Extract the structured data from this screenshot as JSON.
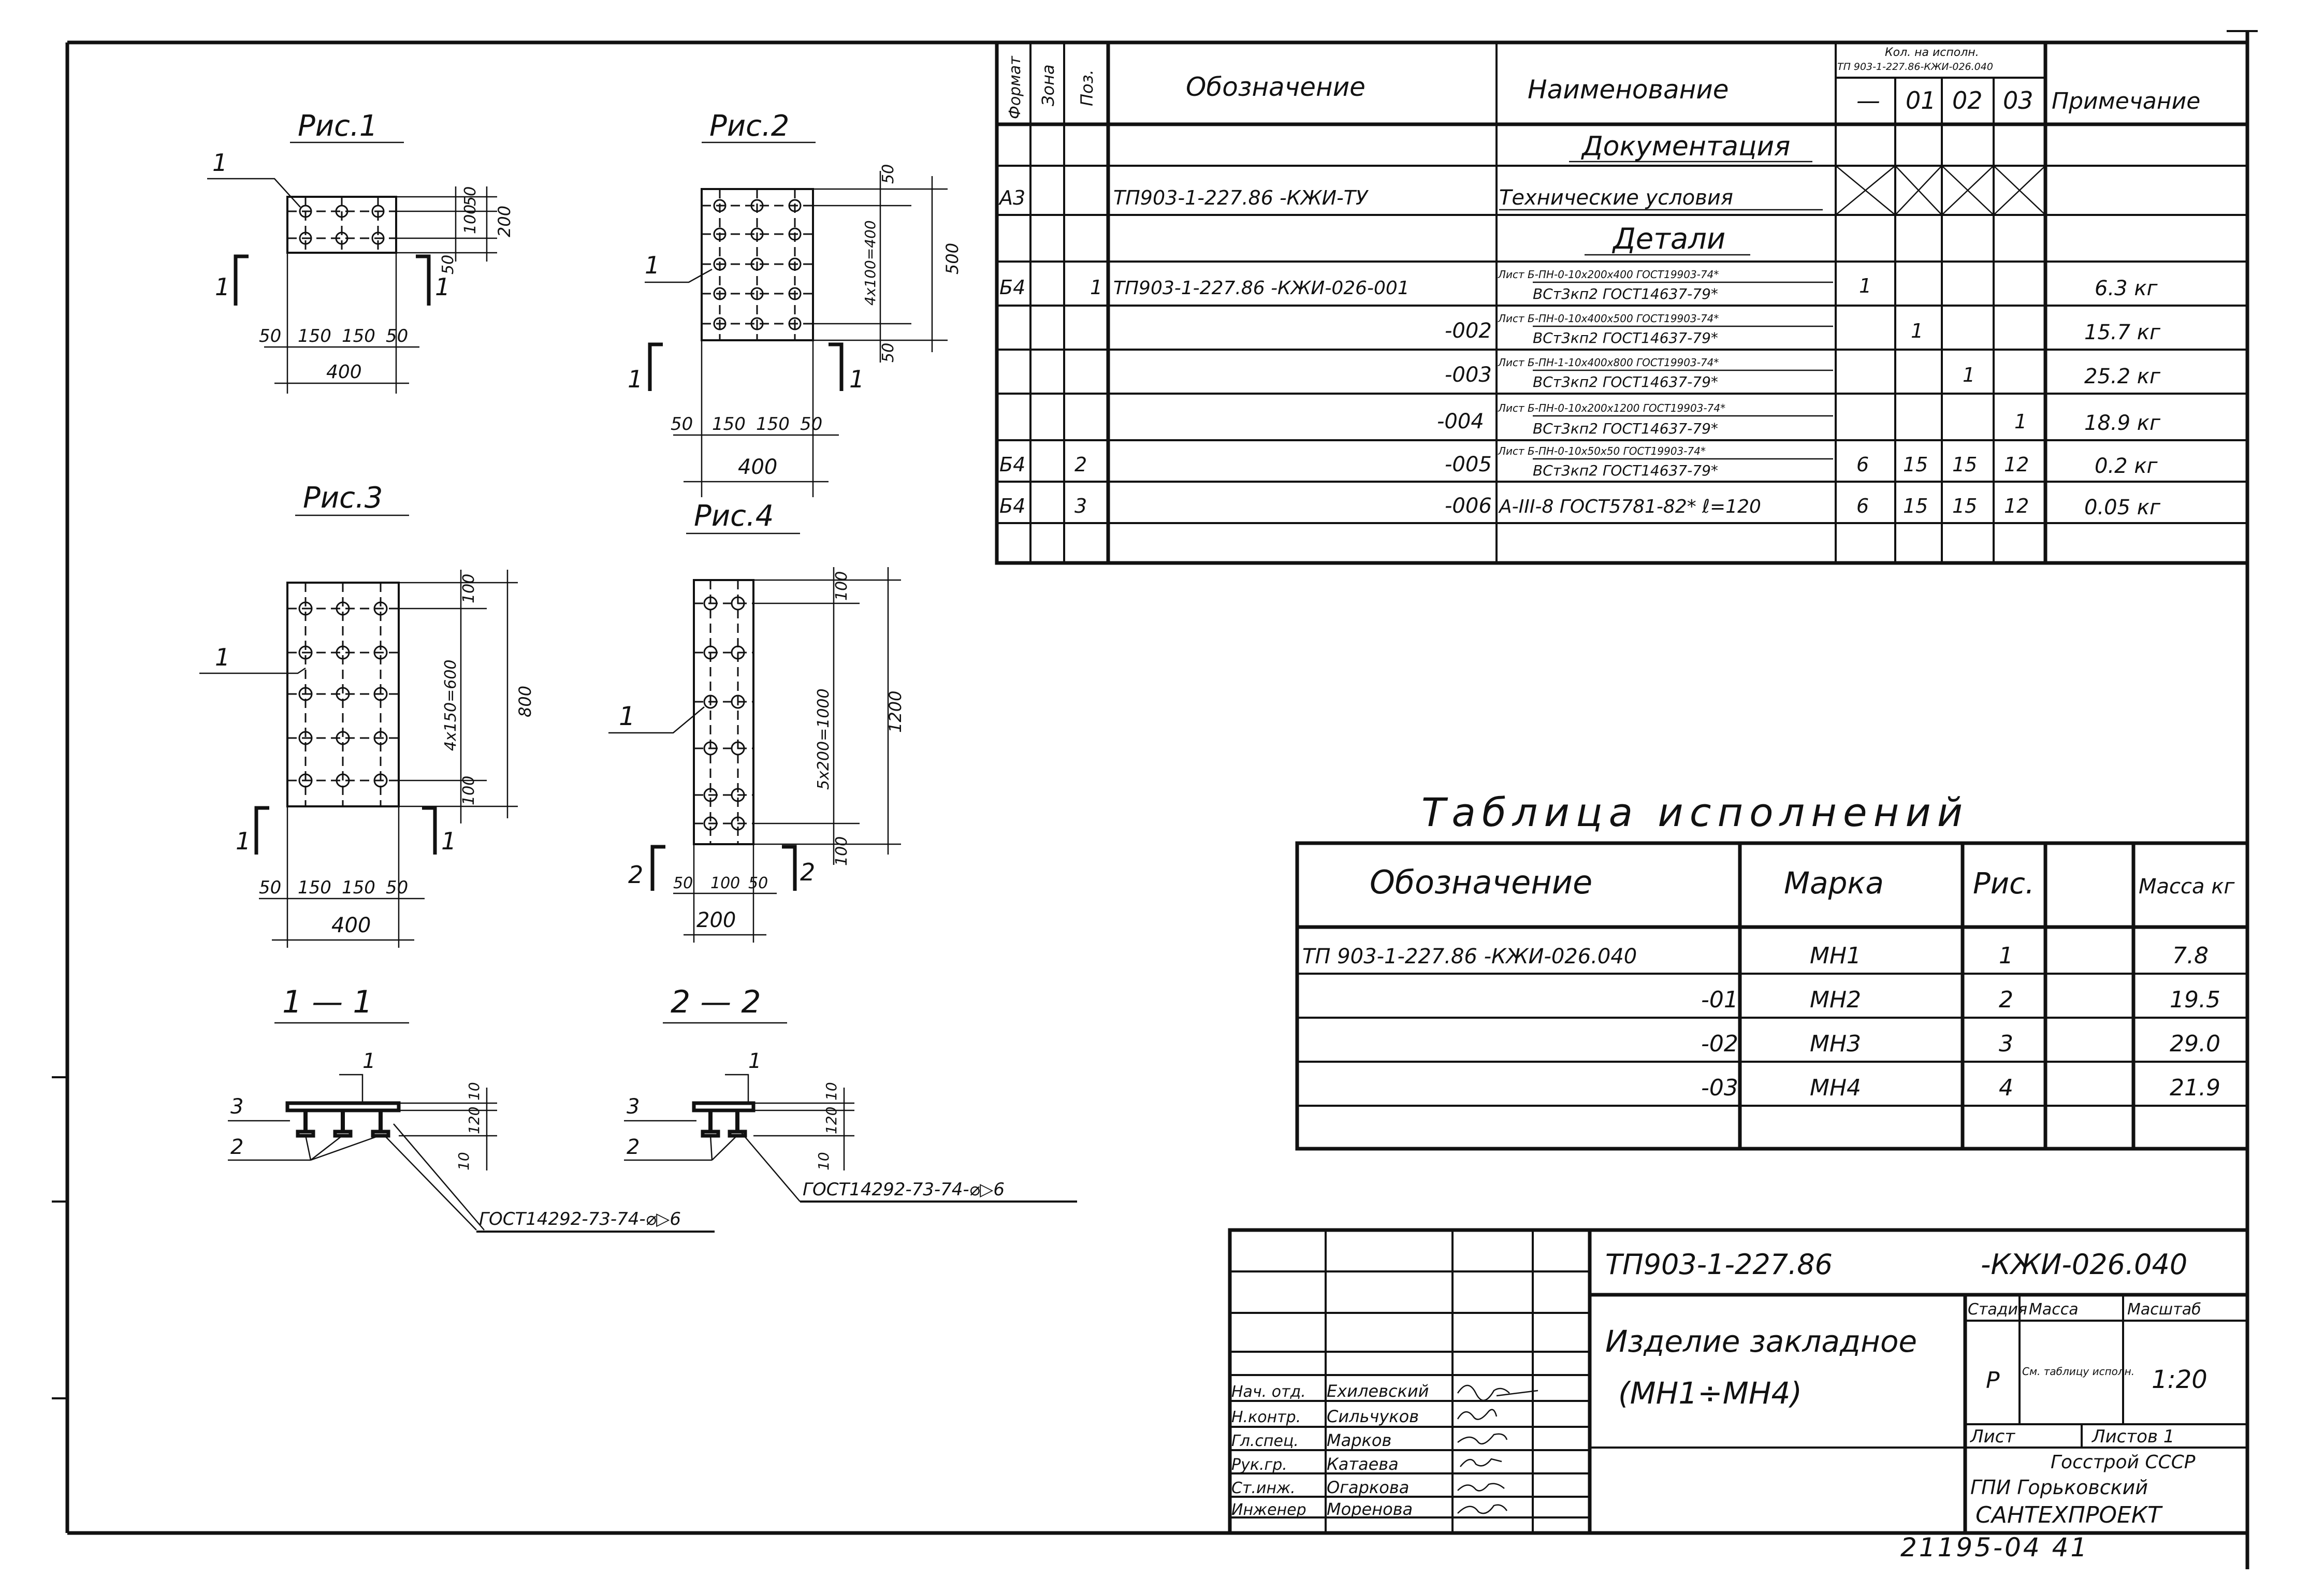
{
  "figures": {
    "fig1": {
      "caption": "Рис.1",
      "leader": "1",
      "dim_top": "50",
      "dim_mid": "100",
      "dim_bot": "50",
      "dim_total_h": "200",
      "dims_bottom": [
        "50",
        "150",
        "150",
        "50"
      ],
      "dim_width": "400",
      "sec_left": "1",
      "sec_right": "1"
    },
    "fig2": {
      "caption": "Рис.2",
      "leader": "1",
      "dim_top": "50",
      "dim_mid": "4x100=400",
      "dim_bot": "50",
      "dim_total_h": "500",
      "dims_bottom": [
        "50",
        "150",
        "150",
        "50"
      ],
      "dim_width": "400",
      "sec_left": "1",
      "sec_right": "1"
    },
    "fig3": {
      "caption": "Рис.3",
      "leader": "1",
      "dim_top": "100",
      "dim_mid": "4x150=600",
      "dim_bot": "100",
      "dim_total_h": "800",
      "dims_bottom": [
        "50",
        "150",
        "150",
        "50"
      ],
      "dim_width": "400",
      "sec_left": "1",
      "sec_right": "1"
    },
    "fig4": {
      "caption": "Рис.4",
      "leader": "1",
      "dim_top": "100",
      "dim_mid": "5x200=1000",
      "dim_bot": "100",
      "dim_total_h": "1200",
      "dims_bottom": [
        "50",
        "100",
        "50"
      ],
      "dim_width": "200",
      "sec_left": "2",
      "sec_right": "2"
    },
    "sec11": {
      "caption": "1 — 1",
      "pos1": "1",
      "pos2": "2",
      "pos3": "3",
      "dim_a": "10",
      "dim_b": "120",
      "dim_c": "10",
      "weld": "ГОСТ14292-73-74-⌀▷6"
    },
    "sec22": {
      "caption": "2 — 2",
      "pos1": "1",
      "pos2": "2",
      "pos3": "3",
      "dim_a": "10",
      "dim_b": "120",
      "dim_c": "10",
      "weld": "ГОСТ14292-73-74-⌀▷6"
    }
  },
  "spec": {
    "headers": {
      "format": "Формат",
      "zone": "Зона",
      "pos": "Поз.",
      "designation": "Обозначение",
      "name": "Наименование",
      "qty_title": "Кол. на исполн.",
      "qty_subtitle": "ТП 903-1-227.86-КЖИ-026.040",
      "v0": "—",
      "v1": "01",
      "v2": "02",
      "v3": "03",
      "note": "Примечание"
    },
    "section_docs": "Документация",
    "section_parts": "Детали",
    "rows": [
      {
        "format": "А3",
        "zone": "",
        "pos": "",
        "designation": "ТП903-1-227.86 -КЖИ-ТУ",
        "name1": "Технические условия",
        "name2": "",
        "q0": "",
        "q1": "",
        "q2": "",
        "q3": "",
        "note": "",
        "crossed": true
      },
      {
        "format": "Б4",
        "zone": "",
        "pos": "1",
        "designation": "ТП903-1-227.86 -КЖИ-026-001",
        "name1": "Лист Б-ПН-0-10х200х400 ГОСТ19903-74*",
        "name2": "ВСт3кп2 ГОСТ14637-79*",
        "q0": "1",
        "q1": "",
        "q2": "",
        "q3": "",
        "note": "6.3 кг",
        "crossed": false
      },
      {
        "format": "",
        "zone": "",
        "pos": "",
        "designation": "-002",
        "name1": "Лист Б-ПН-0-10х400х500 ГОСТ19903-74*",
        "name2": "ВСт3кп2 ГОСТ14637-79*",
        "q0": "",
        "q1": "1",
        "q2": "",
        "q3": "",
        "note": "15.7 кг",
        "crossed": false
      },
      {
        "format": "",
        "zone": "",
        "pos": "",
        "designation": "-003",
        "name1": "Лист Б-ПН-1-10х400х800 ГОСТ19903-74*",
        "name2": "ВСт3кп2 ГОСТ14637-79*",
        "q0": "",
        "q1": "",
        "q2": "1",
        "q3": "",
        "note": "25.2 кг",
        "crossed": false
      },
      {
        "format": "",
        "zone": "",
        "pos": "",
        "designation": "-004",
        "name1": "Лист Б-ПН-0-10х200х1200 ГОСТ19903-74*",
        "name2": "ВСт3кп2 ГОСТ14637-79*",
        "q0": "",
        "q1": "",
        "q2": "",
        "q3": "1",
        "note": "18.9 кг",
        "crossed": false
      },
      {
        "format": "Б4",
        "zone": "",
        "pos": "2",
        "designation": "-005",
        "name1": "Лист Б-ПН-0-10х50х50 ГОСТ19903-74*",
        "name2": "ВСт3кп2 ГОСТ14637-79*",
        "q0": "6",
        "q1": "15",
        "q2": "15",
        "q3": "12",
        "note": "0.2 кг",
        "crossed": false
      },
      {
        "format": "Б4",
        "zone": "",
        "pos": "3",
        "designation": "-006",
        "name1": "А-III-8 ГОСТ5781-82* ℓ=120",
        "name2": "",
        "q0": "6",
        "q1": "15",
        "q2": "15",
        "q3": "12",
        "note": "0.05 кг",
        "crossed": false
      }
    ]
  },
  "variants": {
    "title": "Таблица исполнений",
    "headers": {
      "designation": "Обозначение",
      "mark": "Марка",
      "fig": "Рис.",
      "mass": "Масса кг"
    },
    "rows": [
      {
        "designation": "ТП 903-1-227.86 -КЖИ-026.040",
        "mark": "МН1",
        "fig": "1",
        "mass": "7.8"
      },
      {
        "designation": "-01",
        "mark": "МН2",
        "fig": "2",
        "mass": "19.5"
      },
      {
        "designation": "-02",
        "mark": "МН3",
        "fig": "3",
        "mass": "29.0"
      },
      {
        "designation": "-03",
        "mark": "МН4",
        "fig": "4",
        "mass": "21.9"
      }
    ]
  },
  "title_block": {
    "code": "ТП903-1-227.86",
    "code_suffix": "-КЖИ-026.040",
    "product_line1": "Изделие закладное",
    "product_line2": "(МН1÷МН4)",
    "stage_label": "Стадия",
    "mass_label": "Масса",
    "scale_label": "Масштаб",
    "stage": "Р",
    "mass_value": "См. таблицу исполн.",
    "scale": "1:20",
    "sheet_label": "Лист",
    "sheets_label": "Листов 1",
    "org1": "Госстрой СССР",
    "org2": "ГПИ Горьковский",
    "org3": "САНТЕХПРОЕКТ",
    "roles": [
      {
        "role": "Нач. отд.",
        "name": "Ехилевский"
      },
      {
        "role": "Н.контр.",
        "name": "Сильчуков"
      },
      {
        "role": "Гл.спец.",
        "name": "Марков"
      },
      {
        "role": "Рук.гр.",
        "name": "Катаева"
      },
      {
        "role": "Ст.инж.",
        "name": "Огаркова"
      },
      {
        "role": "Инженер",
        "name": "Моренова"
      }
    ]
  },
  "footer_number": "21195-04  41"
}
